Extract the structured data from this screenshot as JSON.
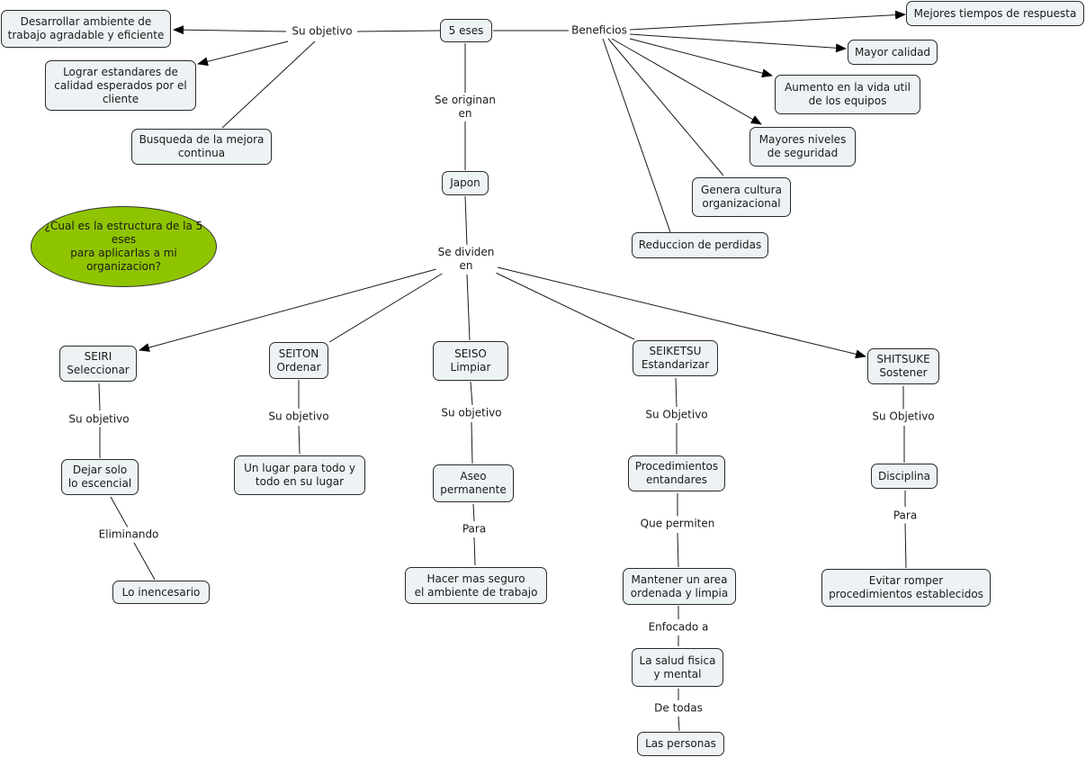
{
  "colors": {
    "node_fill": "#edf3f5",
    "node_border": "#2a2a2a",
    "question_fill": "#8fc400",
    "line": "#1a1a1a"
  },
  "root": "5 eses",
  "question": "¿Cual es la estructura de la 5 eses\npara aplicarlas a mi organizacion?",
  "objetivo": {
    "link": "Su objetivo",
    "items": [
      "Desarrollar ambiente de\ntrabajo agradable y eficiente",
      "Lograr estandares de\ncalidad esperados por el\ncliente",
      "Busqueda de la mejora\ncontinua"
    ]
  },
  "beneficios": {
    "link": "Beneficios",
    "items": [
      "Mejores tiempos de respuesta",
      "Mayor calidad",
      "Aumento en la vida util\nde los equipos",
      "Mayores niveles\nde seguridad",
      "Genera cultura\norganizacional",
      "Reduccion de perdidas"
    ]
  },
  "origen": {
    "link": "Se originan\nen",
    "node": "Japon"
  },
  "division": {
    "link": "Se dividen\nen"
  },
  "eses": [
    {
      "name": "SEIRI\nSeleccionar",
      "chain": [
        {
          "link": "Su objetivo",
          "node": "Dejar solo\nlo escencial"
        },
        {
          "link": "Eliminando",
          "node": "Lo inencesario"
        }
      ]
    },
    {
      "name": "SEITON\nOrdenar",
      "chain": [
        {
          "link": "Su objetivo",
          "node": "Un lugar para todo y\ntodo en su lugar"
        }
      ]
    },
    {
      "name": "SEISO\nLimpiar",
      "chain": [
        {
          "link": "Su objetivo",
          "node": "Aseo\npermanente"
        },
        {
          "link": "Para",
          "node": "Hacer mas seguro\nel ambiente de trabajo"
        }
      ]
    },
    {
      "name": "SEIKETSU\nEstandarizar",
      "chain": [
        {
          "link": "Su Objetivo",
          "node": "Procedimientos\nentandares"
        },
        {
          "link": "Que permiten",
          "node": "Mantener un area\nordenada y limpia"
        },
        {
          "link": "Enfocado a",
          "node": "La salud fisica\ny mental"
        },
        {
          "link": "De todas",
          "node": "Las personas"
        }
      ]
    },
    {
      "name": "SHITSUKE\nSostener",
      "chain": [
        {
          "link": "Su Objetivo",
          "node": "Disciplina"
        },
        {
          "link": "Para",
          "node": "Evitar romper\nprocedimientos establecidos"
        }
      ]
    }
  ]
}
